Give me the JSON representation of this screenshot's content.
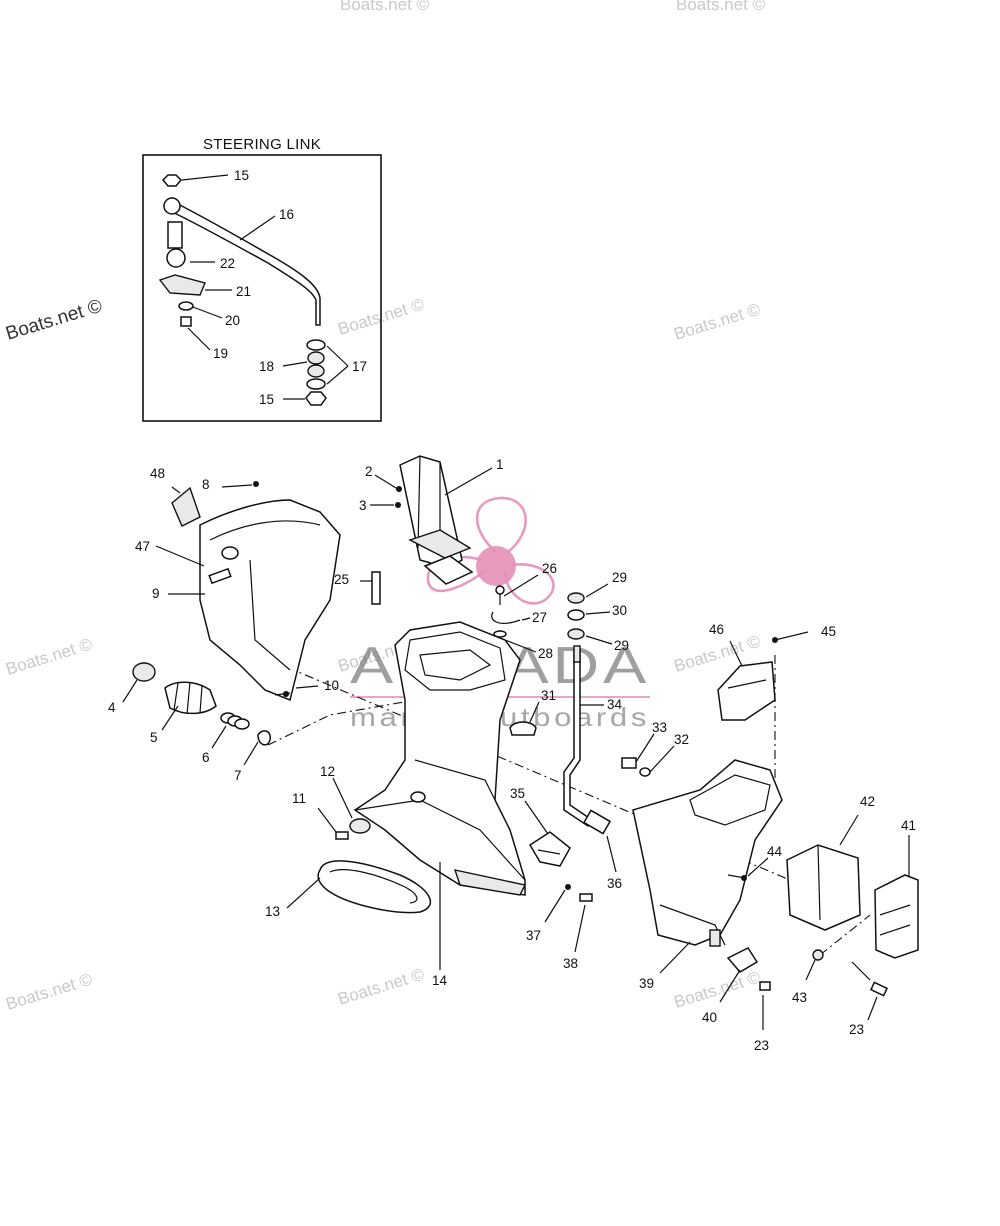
{
  "diagram": {
    "inset_title": "STEERING LINK",
    "watermark": "Boats.net ©",
    "brand": {
      "name": "ARMADA",
      "tagline": "marine outboards",
      "accent_color": "#e58fb8"
    },
    "callouts": {
      "c1": "1",
      "c2": "2",
      "c3": "3",
      "c4": "4",
      "c5": "5",
      "c6": "6",
      "c7": "7",
      "c8": "8",
      "c9": "9",
      "c10": "10",
      "c11": "11",
      "c12": "12",
      "c13": "13",
      "c14": "14",
      "c15a": "15",
      "c15b": "15",
      "c16": "16",
      "c17": "17",
      "c18": "18",
      "c19": "19",
      "c20": "20",
      "c21": "21",
      "c22": "22",
      "c23a": "23",
      "c23b": "23",
      "c25": "25",
      "c26": "26",
      "c27": "27",
      "c28": "28",
      "c29a": "29",
      "c29b": "29",
      "c30": "30",
      "c31": "31",
      "c32": "32",
      "c33": "33",
      "c34": "34",
      "c35": "35",
      "c36": "36",
      "c37": "37",
      "c38": "38",
      "c39": "39",
      "c40": "40",
      "c41": "41",
      "c42": "42",
      "c43": "43",
      "c44": "44",
      "c45": "45",
      "c46": "46",
      "c47": "47",
      "c48": "48"
    }
  }
}
